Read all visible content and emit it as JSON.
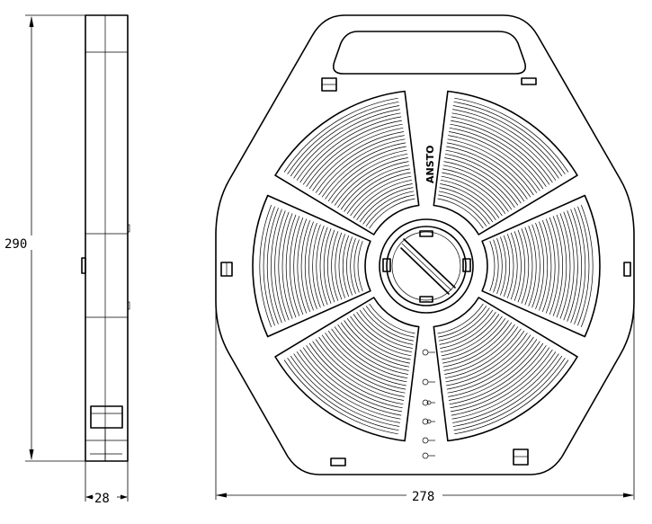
{
  "drawing": {
    "dimensions": {
      "height_label": "290",
      "width_label": "278",
      "thickness_label": "28"
    },
    "brand_text": "ANSTO",
    "line_color": "#000000",
    "background_color": "#ffffff"
  }
}
